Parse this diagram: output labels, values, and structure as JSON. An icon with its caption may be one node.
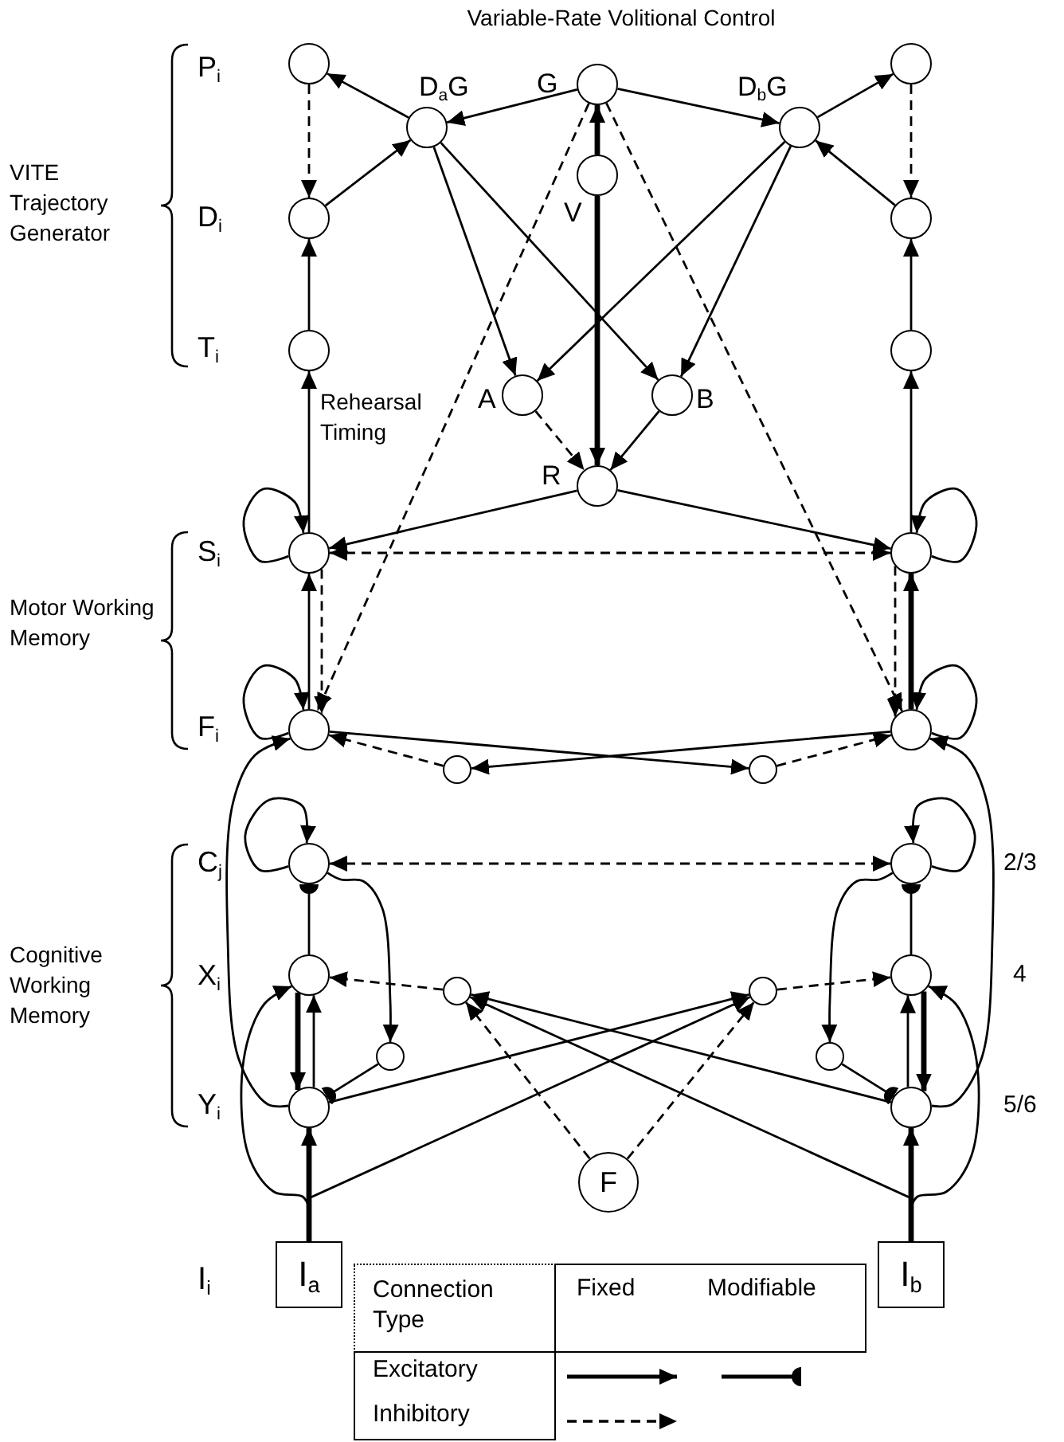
{
  "diagram": {
    "title": "Variable-Rate Volitional Control",
    "nodes": [
      {
        "text": [],
        "shape": "circle"
      },
      {
        "text": [],
        "shape": "circle",
        "beside": [
          "G"
        ]
      },
      {
        "text": [],
        "shape": "circle"
      },
      {
        "text": [],
        "shape": "circle",
        "beside": [
          "D$_{a}$G"
        ]
      },
      {
        "text": [],
        "shape": "circle",
        "beside": [
          "D$_{b}$G"
        ]
      },
      {
        "text": [],
        "shape": "circle",
        "beside": [
          "V"
        ]
      },
      {
        "text": [],
        "shape": "circle"
      },
      {
        "text": [],
        "shape": "circle"
      },
      {
        "text": [],
        "shape": "circle"
      },
      {
        "text": [],
        "shape": "circle"
      },
      {
        "text": [],
        "shape": "circle",
        "beside": [
          "A"
        ]
      },
      {
        "text": [],
        "shape": "circle",
        "beside": [
          "B"
        ]
      },
      {
        "text": [],
        "shape": "circle",
        "beside": [
          "R"
        ]
      },
      {
        "text": [],
        "shape": "circle"
      },
      {
        "text": [],
        "shape": "circle"
      },
      {
        "text": [],
        "shape": "circle"
      },
      {
        "text": [],
        "shape": "circle"
      },
      {
        "text": [],
        "shape": "circle"
      },
      {
        "text": [],
        "shape": "circle"
      },
      {
        "text": [],
        "shape": "circle"
      },
      {
        "text": [],
        "shape": "circle"
      },
      {
        "text": [],
        "shape": "circle"
      },
      {
        "text": [],
        "shape": "circle"
      },
      {
        "text": [],
        "shape": "circle"
      },
      {
        "text": [],
        "shape": "circle"
      },
      {
        "text": [],
        "shape": "circle"
      },
      {
        "text": [],
        "shape": "circle"
      },
      {
        "text": [],
        "shape": "circle"
      },
      {
        "text": [],
        "shape": "circle"
      },
      {
        "text": [
          "F"
        ]
      },
      {
        "text": [
          "I$_{a}$"
        ]
      },
      {
        "text": [
          "I$_{b}$"
        ]
      }
    ],
    "edges": [
      {
        "from": 3,
        "to": 0,
        "arrow": "to"
      },
      {
        "from": 6,
        "to": 3,
        "arrow": "to"
      },
      {
        "from": 0,
        "to": 6,
        "arrow": "to",
        "style": "dashed"
      },
      {
        "from": 8,
        "to": 6,
        "arrow": "to"
      },
      {
        "from": 1,
        "to": 3,
        "arrow": "to"
      },
      {
        "from": 1,
        "to": 4,
        "arrow": "to"
      },
      {
        "from": 4,
        "to": 2,
        "arrow": "to"
      },
      {
        "from": 7,
        "to": 4,
        "arrow": "to"
      },
      {
        "from": 2,
        "to": 7,
        "arrow": "to",
        "style": "dashed"
      },
      {
        "from": 9,
        "to": 7,
        "arrow": "to"
      },
      {
        "from": 5,
        "to": 1,
        "arrow": "to",
        "style": "thick"
      },
      {
        "from": 3,
        "to": 10,
        "arrow": "to"
      },
      {
        "from": 3,
        "to": 11,
        "arrow": "to"
      },
      {
        "from": 4,
        "to": 10,
        "arrow": "to"
      },
      {
        "from": 4,
        "to": 11,
        "arrow": "to"
      },
      {
        "from": 5,
        "to": 12,
        "arrow": "to",
        "style": "thick"
      },
      {
        "from": 10,
        "to": 12,
        "arrow": "to",
        "style": "dashed"
      },
      {
        "from": 11,
        "to": 12,
        "arrow": "to"
      },
      {
        "from": 1,
        "to": 15,
        "arrow": "to",
        "style": "dashed"
      },
      {
        "from": 1,
        "to": 16,
        "arrow": "to",
        "style": "dashed"
      },
      {
        "from": 12,
        "to": 13,
        "arrow": "to"
      },
      {
        "from": 12,
        "to": 14,
        "arrow": "to"
      },
      {
        "from": 13,
        "to": 14,
        "arrow": "both",
        "style": "dashed"
      },
      {
        "from": 13,
        "to": 8,
        "arrow": "to"
      },
      {
        "from": 14,
        "to": 9,
        "arrow": "to"
      },
      {
        "from": 13,
        "to": 13,
        "arrow": "to"
      },
      {
        "from": 14,
        "to": 14,
        "arrow": "to"
      },
      {
        "from": 15,
        "to": 13,
        "arrow": "to"
      },
      {
        "from": 13,
        "to": 15,
        "arrow": "to",
        "style": "dashed"
      },
      {
        "from": 16,
        "to": 14,
        "arrow": "to",
        "style": "thick"
      },
      {
        "from": 14,
        "to": 16,
        "arrow": "to",
        "style": "dashed"
      },
      {
        "from": 15,
        "to": 15,
        "arrow": "to"
      },
      {
        "from": 16,
        "to": 16,
        "arrow": "to"
      },
      {
        "from": 15,
        "to": 18,
        "arrow": "to"
      },
      {
        "from": 16,
        "to": 17,
        "arrow": "to"
      },
      {
        "from": 17,
        "to": 15,
        "arrow": "to",
        "style": "dashed"
      },
      {
        "from": 18,
        "to": 16,
        "arrow": "to",
        "style": "dashed"
      },
      {
        "from": 19,
        "to": 19,
        "arrow": "to"
      },
      {
        "from": 20,
        "to": 20,
        "arrow": "to"
      },
      {
        "from": 19,
        "to": 20,
        "arrow": "both",
        "style": "dashed"
      },
      {
        "from": 21,
        "to": 19,
        "arrow": "other"
      },
      {
        "from": 24,
        "to": 20,
        "arrow": "other"
      },
      {
        "from": 19,
        "to": 25,
        "arrow": "to"
      },
      {
        "from": 20,
        "to": 26,
        "arrow": "to"
      },
      {
        "from": 25,
        "to": 27,
        "arrow": "other"
      },
      {
        "from": 26,
        "to": 28,
        "arrow": "other"
      },
      {
        "from": 21,
        "to": 27,
        "arrow": "to",
        "style": "thick"
      },
      {
        "from": 27,
        "to": 21,
        "arrow": "to"
      },
      {
        "from": 24,
        "to": 28,
        "arrow": "to",
        "style": "thick"
      },
      {
        "from": 28,
        "to": 24,
        "arrow": "to"
      },
      {
        "from": 22,
        "to": 21,
        "arrow": "to",
        "style": "dashed"
      },
      {
        "from": 23,
        "to": 24,
        "arrow": "to",
        "style": "dashed"
      },
      {
        "from": 27,
        "to": 23,
        "arrow": "to"
      },
      {
        "from": 28,
        "to": 22,
        "arrow": "to"
      },
      {
        "from": 30,
        "to": 27,
        "arrow": "to",
        "style": "thick"
      },
      {
        "from": 30,
        "to": 21,
        "arrow": "to"
      },
      {
        "from": 30,
        "to": 23,
        "arrow": "to"
      },
      {
        "from": 31,
        "to": 28,
        "arrow": "to",
        "style": "thick"
      },
      {
        "from": 31,
        "to": 24,
        "arrow": "to"
      },
      {
        "from": 31,
        "to": 22,
        "arrow": "to"
      },
      {
        "from": 27,
        "to": 15,
        "arrow": "to"
      },
      {
        "from": 28,
        "to": 16,
        "arrow": "to"
      },
      {
        "from": 29,
        "to": 22,
        "arrow": "to",
        "style": "dashed"
      },
      {
        "from": 29,
        "to": 23,
        "arrow": "to",
        "style": "dashed"
      }
    ],
    "labels": [
      "P$_{i}$",
      "VITE Trajectory Generator",
      "D$_{i}$",
      "T$_{i}$",
      "Rehearsal Timing",
      "S$_{i}$",
      "Motor Working Memory",
      "F$_{i}$",
      "C$_{j}$",
      "2/3",
      "X$_{i}$",
      "Cognitive Working Memory",
      "4",
      "Y$_{i}$",
      "5/6",
      "I$_{i}$",
      "Connection Type",
      "Fixed",
      "Modifiable",
      "Excitatory",
      "Inhibitory"
    ]
  }
}
